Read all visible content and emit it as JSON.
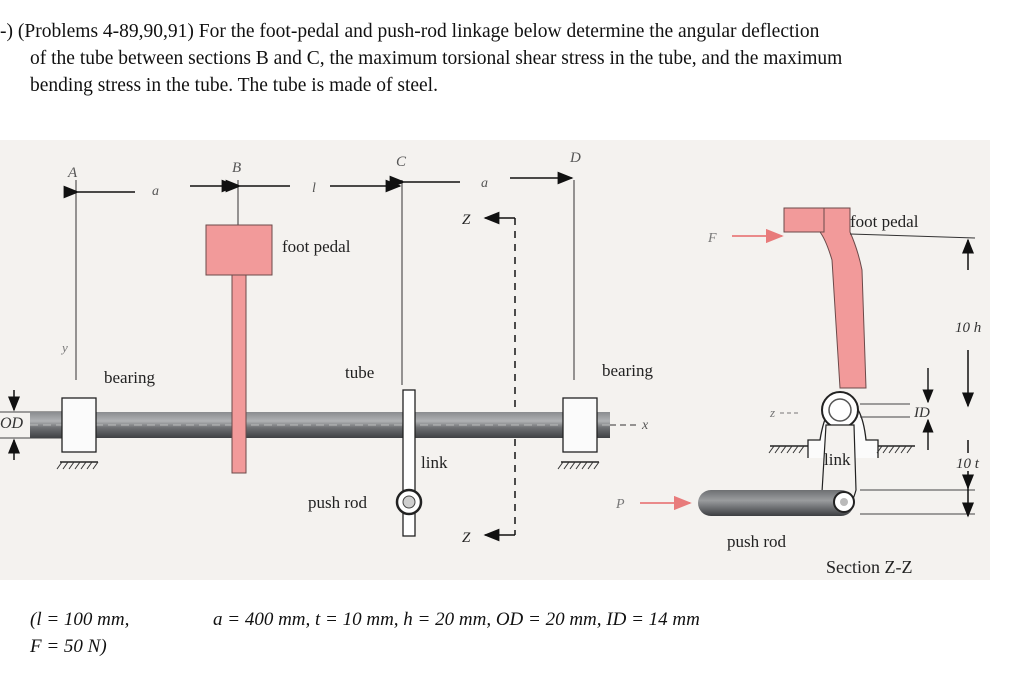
{
  "problem": {
    "marker": "-)",
    "line1": "(Problems 4-89,90,91) For the foot-pedal and push-rod linkage below determine the angular deflection",
    "line2": "of the tube between sections B and C, the maximum torsional shear stress in the tube, and the maximum",
    "line3": "bending stress in the tube. The tube is made of steel."
  },
  "figure": {
    "section_letters": {
      "a": "A",
      "b": "B",
      "c": "C",
      "d": "D"
    },
    "dims": {
      "a1": "a",
      "l": "l",
      "a2": "a"
    },
    "labels": {
      "foot_pedal": "foot pedal",
      "tube": "tube",
      "bearing_left": "bearing",
      "bearing_right": "bearing",
      "link": "link",
      "push_rod": "push rod",
      "od": "OD",
      "y": "y",
      "x": "x",
      "z_top": "Z",
      "z_bottom": "Z",
      "z_axis": "z"
    },
    "section": {
      "foot_pedal": "foot pedal",
      "force_f": "F",
      "force_p": "P",
      "link": "link",
      "push_rod": "push rod",
      "id": "ID",
      "h": "10 h",
      "t": "10 t",
      "title": "Section Z-Z"
    },
    "colors": {
      "pedal": "#f29a9a",
      "tube_dark": "#55575a",
      "tube_light": "#a7a9ab",
      "background": "#f2f0ed"
    }
  },
  "params": {
    "line1_a": "(l = 100 mm,",
    "line1_b": "a = 400 mm,  t = 10 mm,  h = 20 mm,  OD = 20 mm,  ID = 14 mm",
    "line2": "F = 50 N)"
  }
}
